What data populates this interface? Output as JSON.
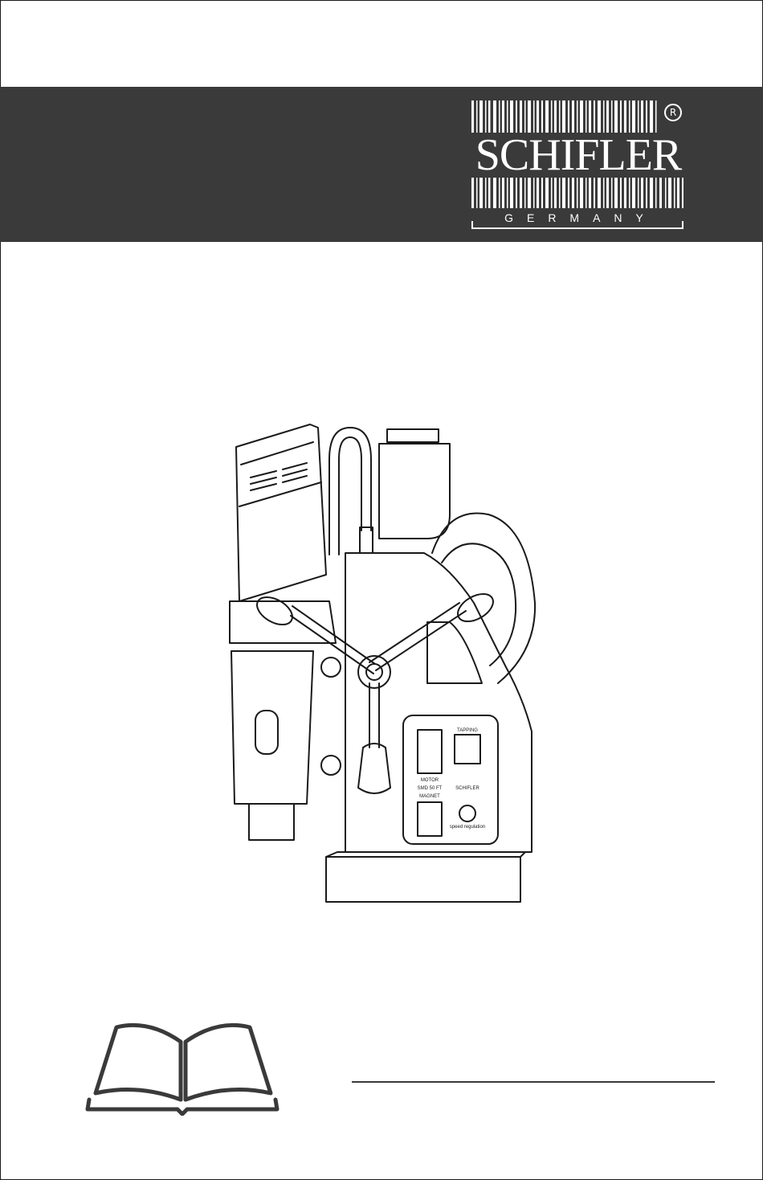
{
  "brand": {
    "name": "SCHIFLER",
    "country": "GERMANY",
    "registered_mark": "R"
  },
  "drawing": {
    "control_panel": {
      "tapping_label": "TAPPING",
      "motor_label": "MOTOR",
      "model_label": "SMD 50 FT",
      "magnet_label": "MAGNET",
      "speed_label": "speed regulation",
      "brand_small": "SCHIFLER"
    }
  },
  "icons": {
    "manual": "open-book-icon"
  },
  "colors": {
    "header_band": "#3a3a3a",
    "text_on_band": "#ffffff",
    "line_art": "#1a1a1a"
  }
}
